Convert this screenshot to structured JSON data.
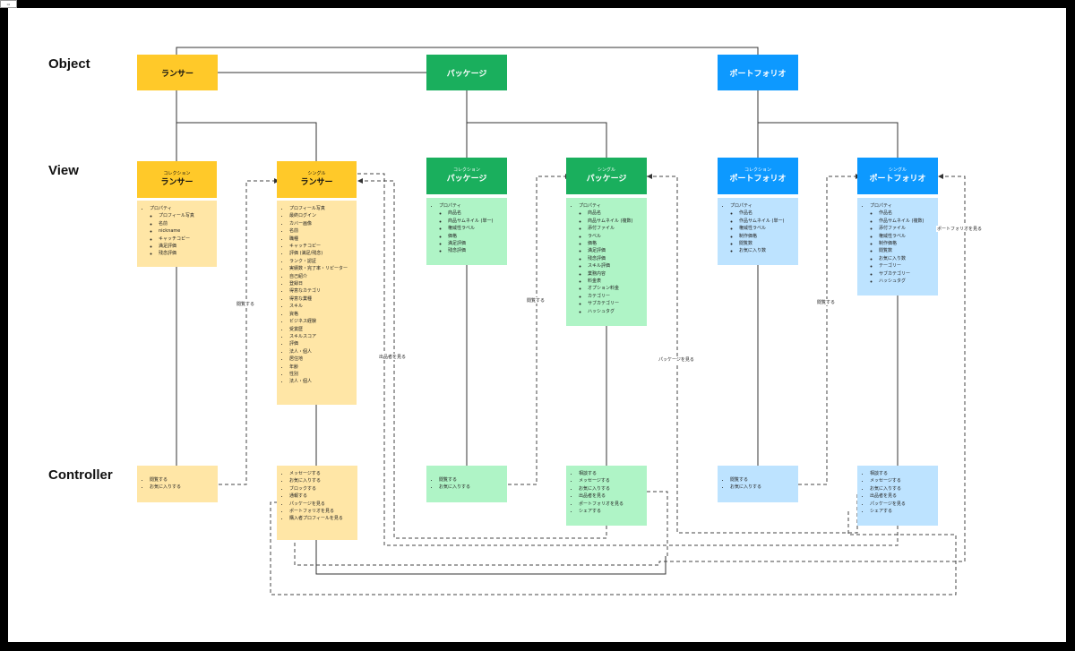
{
  "rows": {
    "object": "Object",
    "view": "View",
    "controller": "Controller"
  },
  "objects": {
    "lancer": "ランサー",
    "package": "パッケージ",
    "portfolio": "ポートフォリオ"
  },
  "views": {
    "lancer_collection": {
      "kind": "コレクション",
      "title": "ランサー",
      "parent": "プロパティ",
      "items": [
        "プロフィール写真",
        "名前",
        "nickname",
        "キャッチコピー",
        "満足評価",
        "残念評価"
      ]
    },
    "lancer_single": {
      "kind": "シングル",
      "title": "ランサー",
      "items": [
        "プロフィール写真",
        "最終ログイン",
        "カバー画像",
        "名前",
        "職種",
        "キャッチコピー",
        "評価 (満足/残念)",
        "ランク・認証",
        "実績数・完了率・リピーター",
        "自己紹介",
        "登録日",
        "得意なカテゴリ",
        "得意な業種",
        "スキル",
        "資格",
        "ビジネス経験",
        "受賞歴",
        "スキルスコア",
        "評価",
        "法人・個人",
        "居住地",
        "年齢",
        "性別",
        "法人・個人"
      ]
    },
    "package_collection": {
      "kind": "コレクション",
      "title": "パッケージ",
      "parent": "プロパティ",
      "items": [
        "商品名",
        "商品サムネイル (単一)",
        "権威性ラベル",
        "価格",
        "満足評価",
        "残念評価"
      ]
    },
    "package_single": {
      "kind": "シングル",
      "title": "パッケージ",
      "parent": "プロパティ",
      "items": [
        "商品名",
        "商品サムネイル (複数)",
        "添付ファイル",
        "ラベル",
        "価格",
        "満足評価",
        "残念評価",
        "スキル評価",
        "業務内容",
        "料金表",
        "オプション料金",
        "カテゴリー",
        "サブカテゴリー",
        "ハッシュタグ"
      ]
    },
    "portfolio_collection": {
      "kind": "コレクション",
      "title": "ポートフォリオ",
      "parent": "プロパティ",
      "items": [
        "作品名",
        "作品サムネイル (単一)",
        "権威性ラベル",
        "制作価格",
        "閲覧数",
        "お気に入り数"
      ]
    },
    "portfolio_single": {
      "kind": "シングル",
      "title": "ポートフォリオ",
      "parent": "プロパティ",
      "items": [
        "作品名",
        "作品サムネイル (複数)",
        "添付ファイル",
        "権威性ラベル",
        "制作価格",
        "閲覧数",
        "お気に入り数",
        "テーゴリー",
        "サブカテゴリー",
        "ハッシュタグ"
      ]
    }
  },
  "controllers": {
    "lancer_collection": [
      "閲覧する",
      "お気に入りする"
    ],
    "lancer_single": [
      "メッセージする",
      "お気に入りする",
      "ブロックする",
      "通報する",
      "パッケージを見る",
      "ポートフォリオを見る",
      "購入者プロフィールを見る"
    ],
    "package_collection": [
      "閲覧する",
      "お気に入りする"
    ],
    "package_single": [
      "相談する",
      "メッセージする",
      "お気に入りする",
      "出品者を見る",
      "ポートフォリオを見る",
      "シェアする"
    ],
    "portfolio_collection": [
      "閲覧する",
      "お気に入りする"
    ],
    "portfolio_single": [
      "相談する",
      "メッセージする",
      "お気に入りする",
      "出品者を見る",
      "パッケージを見る",
      "シェアする"
    ]
  },
  "wire_labels": {
    "browse_lancer": "閲覧する",
    "view_seller": "出品者を見る",
    "browse_package": "閲覧する",
    "view_package": "パッケージを見る",
    "browse_portfolio": "閲覧する",
    "view_portfolio": "ポートフォリオを見る"
  },
  "colors": {
    "lancer_dark": "#FFC929",
    "lancer_light": "#FFE6A6",
    "package_dark": "#1AAF5D",
    "package_light": "#AFF4C6",
    "portfolio_dark": "#0D99FF",
    "portfolio_light": "#BDE3FF"
  }
}
